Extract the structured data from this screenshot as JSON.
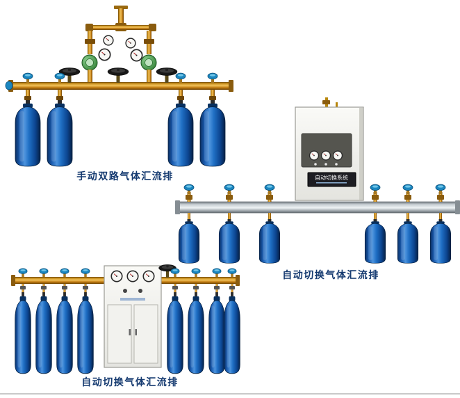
{
  "products": [
    {
      "name": "manual-dual-gas-manifold",
      "caption": "手动双路气体汇流排"
    },
    {
      "name": "auto-switch-gas-manifold",
      "caption": "自动切换气体汇流排",
      "cabinet_label": "自动切换系统"
    },
    {
      "name": "auto-switch-gas-manifold-2",
      "caption": "自动切换气体汇流排"
    }
  ],
  "colors": {
    "caption_text": "#153a70",
    "brass_pipe": "#c8901c",
    "cylinder_blue": "#1f6fc4",
    "valve_cap_blue": "#1b86bf",
    "rail_silver": "#c9d0d5"
  }
}
